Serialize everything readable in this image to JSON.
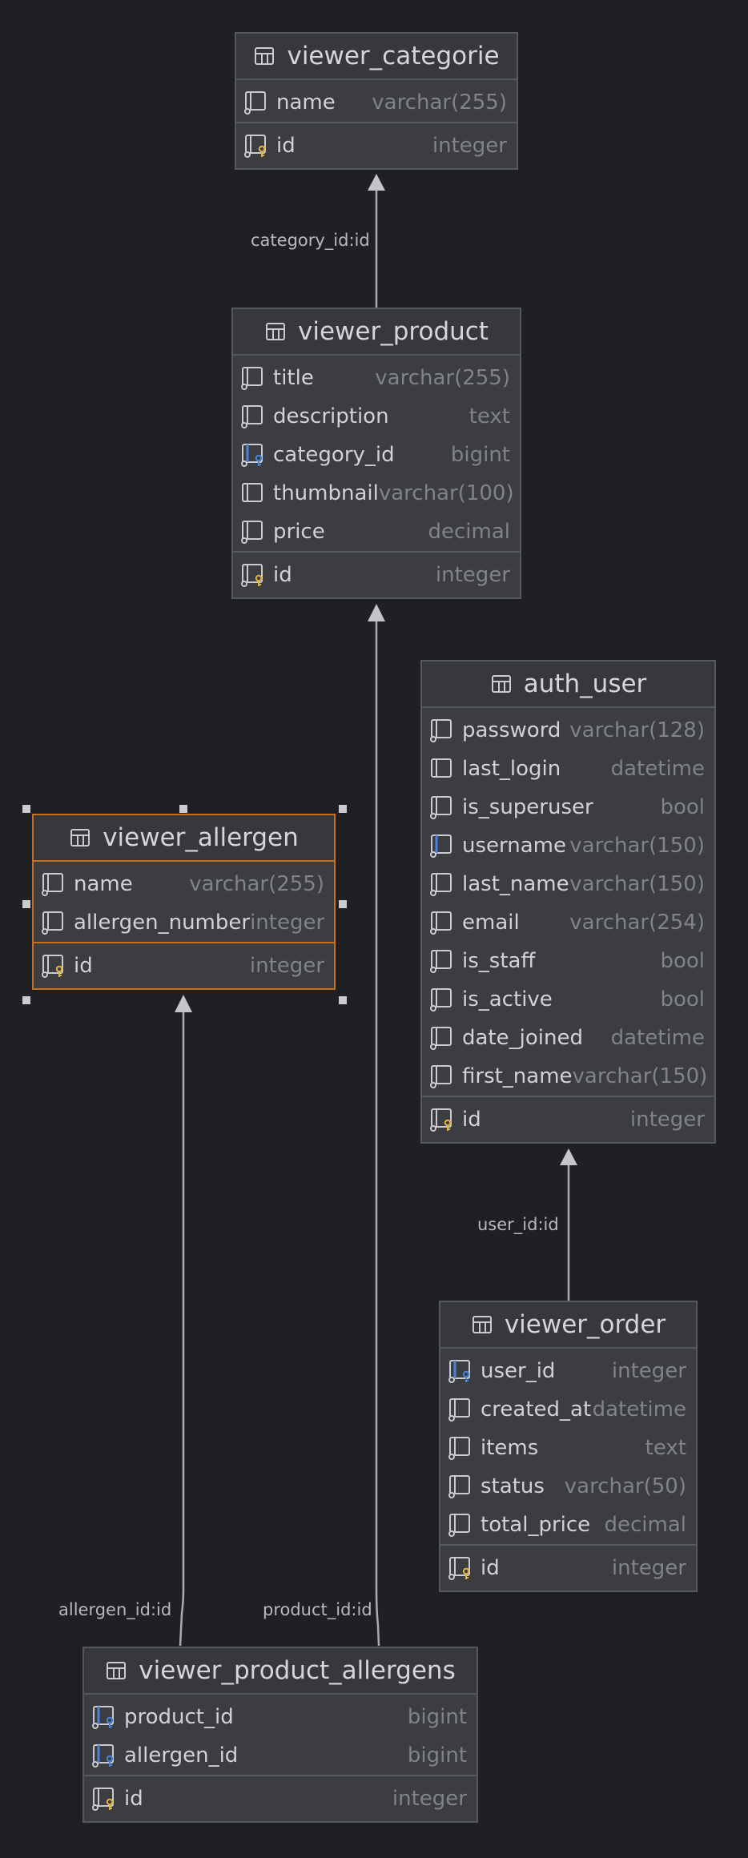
{
  "colors": {
    "background": "#1f2023",
    "table_bg": "#3b3d40",
    "selection": "#c46f22",
    "fk_icon": "#4a84d8",
    "pk_icon": "#e5b33a"
  },
  "tables": {
    "viewer_categorie": {
      "name": "viewer_categorie",
      "columns": [
        {
          "name": "name",
          "type": "varchar(255)",
          "icon": "column-icon"
        }
      ],
      "pk": {
        "name": "id",
        "type": "integer",
        "icon": "primary-key-icon"
      }
    },
    "viewer_product": {
      "name": "viewer_product",
      "columns": [
        {
          "name": "title",
          "type": "varchar(255)",
          "icon": "column-icon"
        },
        {
          "name": "description",
          "type": "text",
          "icon": "column-icon"
        },
        {
          "name": "category_id",
          "type": "bigint",
          "icon": "foreign-key-icon"
        },
        {
          "name": "thumbnail",
          "type": "varchar(100)",
          "icon": "nullable-column-icon"
        },
        {
          "name": "price",
          "type": "decimal",
          "icon": "column-icon"
        }
      ],
      "pk": {
        "name": "id",
        "type": "integer",
        "icon": "primary-key-icon"
      }
    },
    "auth_user": {
      "name": "auth_user",
      "columns": [
        {
          "name": "password",
          "type": "varchar(128)",
          "icon": "column-icon"
        },
        {
          "name": "last_login",
          "type": "datetime",
          "icon": "nullable-column-icon"
        },
        {
          "name": "is_superuser",
          "type": "bool",
          "icon": "column-icon"
        },
        {
          "name": "username",
          "type": "varchar(150)",
          "icon": "unique-column-icon"
        },
        {
          "name": "last_name",
          "type": "varchar(150)",
          "icon": "column-icon"
        },
        {
          "name": "email",
          "type": "varchar(254)",
          "icon": "column-icon"
        },
        {
          "name": "is_staff",
          "type": "bool",
          "icon": "column-icon"
        },
        {
          "name": "is_active",
          "type": "bool",
          "icon": "column-icon"
        },
        {
          "name": "date_joined",
          "type": "datetime",
          "icon": "column-icon"
        },
        {
          "name": "first_name",
          "type": "varchar(150)",
          "icon": "column-icon"
        }
      ],
      "pk": {
        "name": "id",
        "type": "integer",
        "icon": "primary-key-icon"
      }
    },
    "viewer_allergen": {
      "name": "viewer_allergen",
      "columns": [
        {
          "name": "name",
          "type": "varchar(255)",
          "icon": "column-icon"
        },
        {
          "name": "allergen_number",
          "type": "integer",
          "icon": "column-icon"
        }
      ],
      "pk": {
        "name": "id",
        "type": "integer",
        "icon": "primary-key-icon"
      }
    },
    "viewer_order": {
      "name": "viewer_order",
      "columns": [
        {
          "name": "user_id",
          "type": "integer",
          "icon": "foreign-key-icon"
        },
        {
          "name": "created_at",
          "type": "datetime",
          "icon": "column-icon"
        },
        {
          "name": "items",
          "type": "text",
          "icon": "column-icon"
        },
        {
          "name": "status",
          "type": "varchar(50)",
          "icon": "column-icon"
        },
        {
          "name": "total_price",
          "type": "decimal",
          "icon": "column-icon"
        }
      ],
      "pk": {
        "name": "id",
        "type": "integer",
        "icon": "primary-key-icon"
      }
    },
    "viewer_product_allergens": {
      "name": "viewer_product_allergens",
      "columns": [
        {
          "name": "product_id",
          "type": "bigint",
          "icon": "foreign-key-icon"
        },
        {
          "name": "allergen_id",
          "type": "bigint",
          "icon": "foreign-key-icon"
        }
      ],
      "pk": {
        "name": "id",
        "type": "integer",
        "icon": "primary-key-icon"
      }
    }
  },
  "relations": {
    "category": "category_id:id",
    "user": "user_id:id",
    "allergen": "allergen_id:id",
    "product": "product_id:id"
  }
}
